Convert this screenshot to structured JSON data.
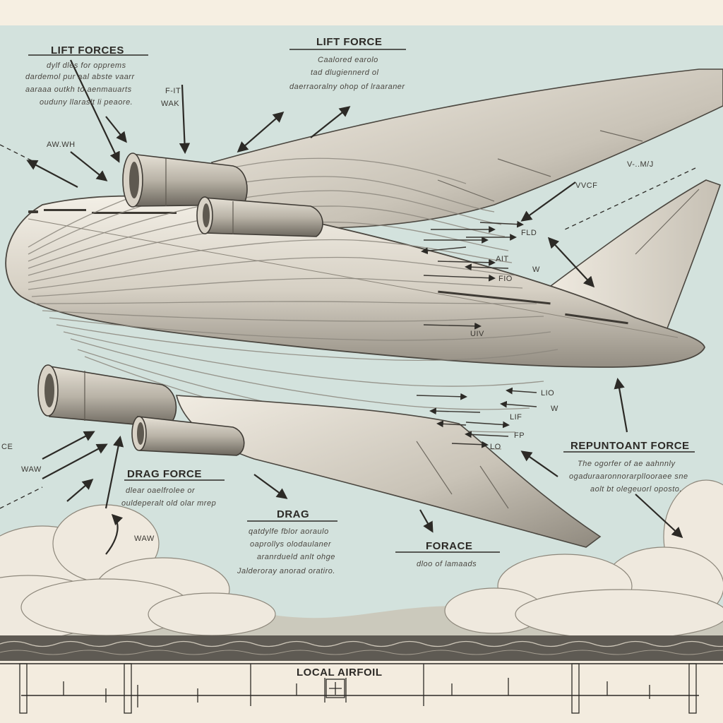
{
  "colors": {
    "sky": "#d3e2dd",
    "paper": "#f6efe2",
    "ink": "#2c2a26",
    "metal_light": "#ebe6dc",
    "metal_mid": "#bdb7ab",
    "metal_dark": "#6f6a61",
    "cloud": "#efe9de",
    "sea": "#5e5a53"
  },
  "labels": {
    "lift_forces": {
      "title": "LIFT FORCES",
      "lines": [
        "dylf dles for opprems",
        "dardemol pur aal abste vaarr",
        "aaraaa outkh to aenmauarts",
        "ouduny llaraslt li peaore."
      ]
    },
    "lift_force": {
      "title": "LIFT FORCE",
      "lines": [
        "Caalored earolo",
        "tad dlugiennerd ol",
        "daerraoralny ohop of lraaraner"
      ]
    },
    "drag_force": {
      "title": "DRAG FORCE",
      "lines": [
        "dlear oaelfrolee or",
        "ouldeperalt old olar mrep"
      ]
    },
    "drag": {
      "title": "DRAG",
      "lines": [
        "qatdylfe fblor aoraulo",
        "oaprollys olodaulaner",
        "aranrdueld anlt ohge",
        "Jalderoray anorad oratiro."
      ]
    },
    "repuntoant_force": {
      "title": "REPUNTOANT FORCE",
      "lines": [
        "The ogorfer of ae aahnnly",
        "ogaduraaronnorarpllooraee sne",
        "aolt bt olegeuorl oposto."
      ]
    },
    "forace": {
      "title": "FORACE",
      "lines": [
        "dloo of lamaads"
      ]
    },
    "local_airfoil": "LOCAL AIRFOIL",
    "small_tags": [
      "F-IT",
      "WAK",
      "AW.WH",
      "V-..M/J",
      "VVCF",
      "FLD",
      "AIT",
      "FIO",
      "W",
      "UIV",
      "LIO",
      "LIF",
      "W",
      "FP",
      "LO",
      "CE",
      "WAW",
      "WAW"
    ]
  }
}
